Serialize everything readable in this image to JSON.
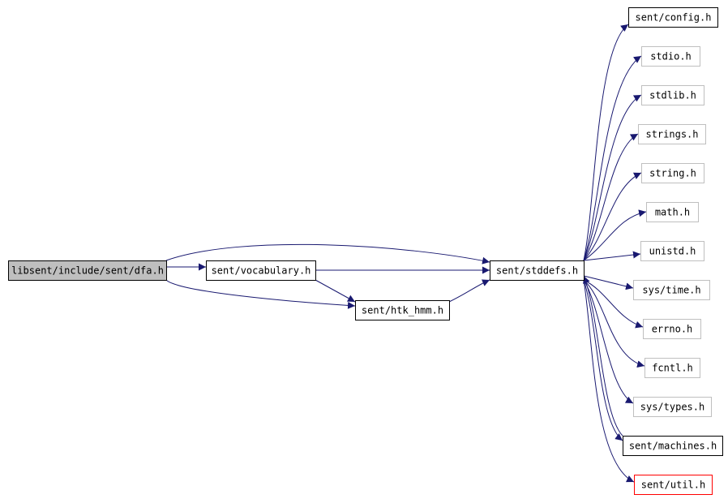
{
  "colors": {
    "edge": "#191970",
    "border_documented": "#000000",
    "border_external": "#bfbfbf",
    "border_undocumented": "#ff0000",
    "root_fill": "#bfbfbf",
    "node_fill": "#ffffff"
  },
  "nodes": [
    {
      "id": "dfa",
      "label": "libsent/include/sent/dfa.h",
      "kind": "root"
    },
    {
      "id": "vocabulary",
      "label": "sent/vocabulary.h",
      "kind": "documented"
    },
    {
      "id": "htk_hmm",
      "label": "sent/htk_hmm.h",
      "kind": "documented"
    },
    {
      "id": "stddefs",
      "label": "sent/stddefs.h",
      "kind": "documented"
    },
    {
      "id": "config",
      "label": "sent/config.h",
      "kind": "documented"
    },
    {
      "id": "stdio",
      "label": "stdio.h",
      "kind": "external"
    },
    {
      "id": "stdlib",
      "label": "stdlib.h",
      "kind": "external"
    },
    {
      "id": "strings",
      "label": "strings.h",
      "kind": "external"
    },
    {
      "id": "string",
      "label": "string.h",
      "kind": "external"
    },
    {
      "id": "math",
      "label": "math.h",
      "kind": "external"
    },
    {
      "id": "unistd",
      "label": "unistd.h",
      "kind": "external"
    },
    {
      "id": "systime",
      "label": "sys/time.h",
      "kind": "external"
    },
    {
      "id": "errno",
      "label": "errno.h",
      "kind": "external"
    },
    {
      "id": "fcntl",
      "label": "fcntl.h",
      "kind": "external"
    },
    {
      "id": "systypes",
      "label": "sys/types.h",
      "kind": "external"
    },
    {
      "id": "machines",
      "label": "sent/machines.h",
      "kind": "documented"
    },
    {
      "id": "util",
      "label": "sent/util.h",
      "kind": "undocumented"
    }
  ],
  "edges": [
    {
      "from": "dfa",
      "to": "vocabulary"
    },
    {
      "from": "dfa",
      "to": "stddefs"
    },
    {
      "from": "dfa",
      "to": "htk_hmm"
    },
    {
      "from": "vocabulary",
      "to": "stddefs"
    },
    {
      "from": "vocabulary",
      "to": "htk_hmm"
    },
    {
      "from": "htk_hmm",
      "to": "stddefs"
    },
    {
      "from": "stddefs",
      "to": "config"
    },
    {
      "from": "stddefs",
      "to": "stdio"
    },
    {
      "from": "stddefs",
      "to": "stdlib"
    },
    {
      "from": "stddefs",
      "to": "strings"
    },
    {
      "from": "stddefs",
      "to": "string"
    },
    {
      "from": "stddefs",
      "to": "math"
    },
    {
      "from": "stddefs",
      "to": "unistd"
    },
    {
      "from": "stddefs",
      "to": "systime"
    },
    {
      "from": "stddefs",
      "to": "errno"
    },
    {
      "from": "stddefs",
      "to": "fcntl"
    },
    {
      "from": "stddefs",
      "to": "systypes"
    },
    {
      "from": "stddefs",
      "to": "machines"
    },
    {
      "from": "stddefs",
      "to": "util"
    },
    {
      "from": "machines",
      "to": "stddefs"
    }
  ]
}
